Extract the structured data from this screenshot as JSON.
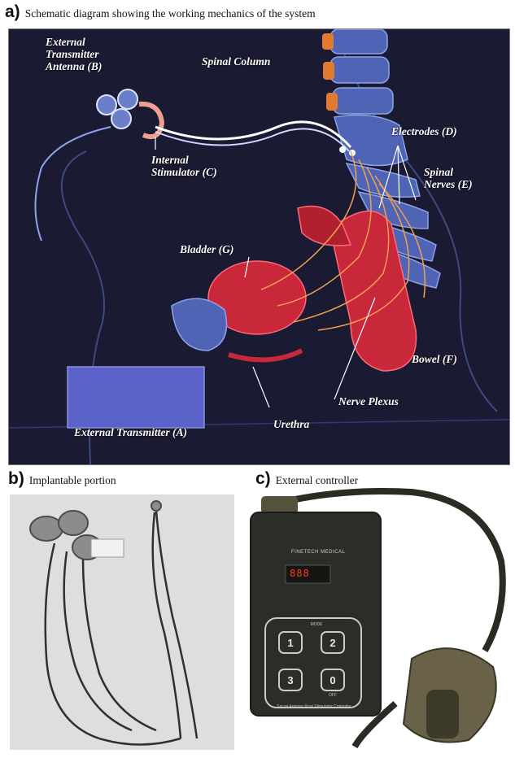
{
  "captions": {
    "a": {
      "letter": "a)",
      "text": "Schematic diagram showing the working mechanics of the system"
    },
    "b": {
      "letter": "b)",
      "text": "Implantable portion"
    },
    "c": {
      "letter": "c)",
      "text": "External controller"
    }
  },
  "diagram_labels": {
    "antenna": "External\nTransmitter\nAntenna (B)",
    "spinal_column": "Spinal Column",
    "electrodes": "Electrodes (D)",
    "stimulator": "Internal\nStimulator (C)",
    "spinal_nerves": "Spinal\nNerves (E)",
    "bladder": "Bladder (G)",
    "bowel": "Bowel (F)",
    "nerve_plexus": "Nerve Plexus",
    "urethra": "Urethra",
    "transmitter": "External Transmitter (A)"
  },
  "controller": {
    "brand": "FINETECH MEDICAL",
    "display": "888",
    "mode_label": "MODE",
    "buttons": [
      "1",
      "2",
      "3",
      "0"
    ],
    "off_label": "OFF",
    "footer": "Sacral Anterior Root Stimulator Controller"
  },
  "colors": {
    "diagram_background": "#1b1a33",
    "organ_red": "#c8283a",
    "nerve_orange": "#f0a050",
    "spine_blue": "#4f64b5"
  }
}
